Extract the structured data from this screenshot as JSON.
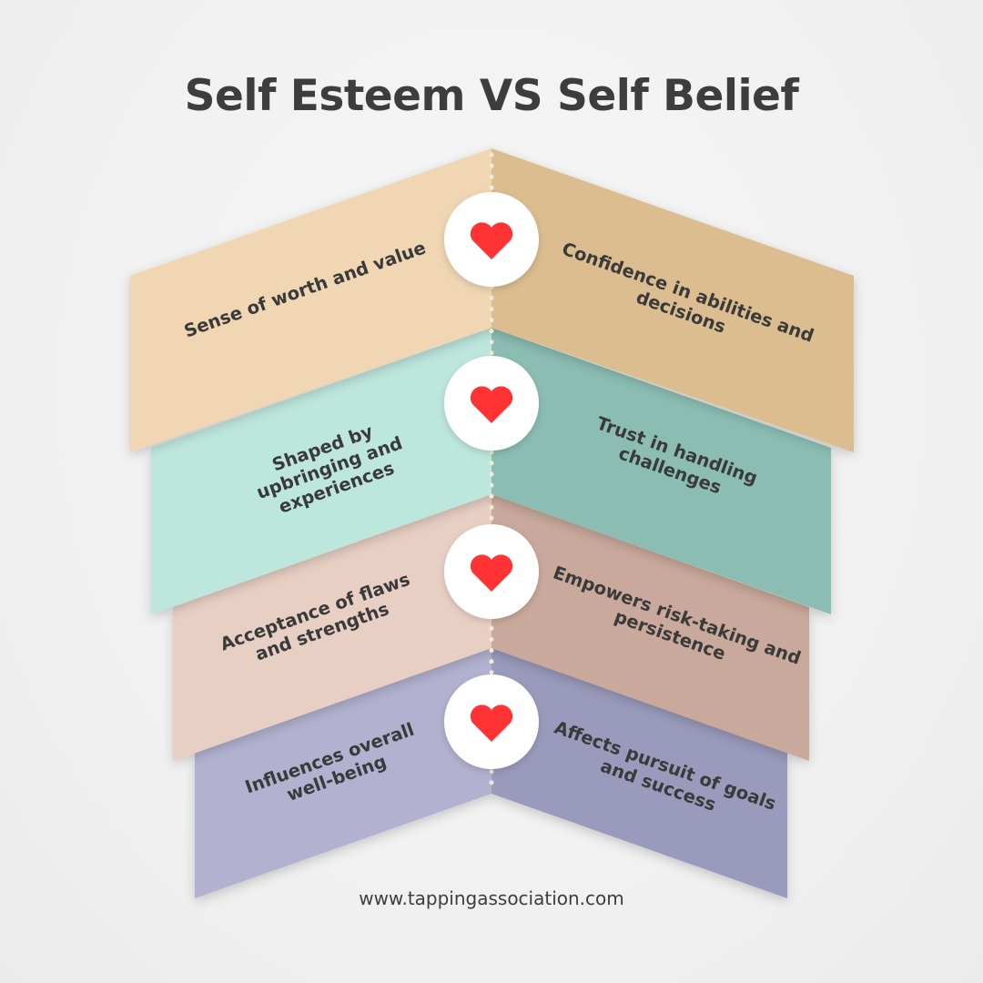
{
  "title": "Self Esteem VS Self Belief",
  "footer": "www.tappingassociation.com",
  "icon": "heart-icon",
  "colors": {
    "heart": "#FF3333",
    "text": "#3D3D3D",
    "dots": "#F2EAD8",
    "circle": "#FFFFFF"
  },
  "rows": [
    {
      "left": "Sense of worth and value",
      "right": "Confidence in abilities and decisions",
      "left_color": "#F0D6B2",
      "right_color": "#DBBD8F"
    },
    {
      "left": "Shaped by upbringing and experiences",
      "right": "Trust in handling challenges",
      "left_color": "#BDE6DD",
      "right_color": "#8BBDB2"
    },
    {
      "left": "Acceptance of flaws and strengths",
      "right": "Empowers risk-taking and persistence",
      "left_color": "#E8CFC4",
      "right_color": "#C9A99B"
    },
    {
      "left": "Influences overall well-being",
      "right": "Affects pursuit of goals and success",
      "left_color": "#B2B2D0",
      "right_color": "#9A9ABC"
    }
  ]
}
